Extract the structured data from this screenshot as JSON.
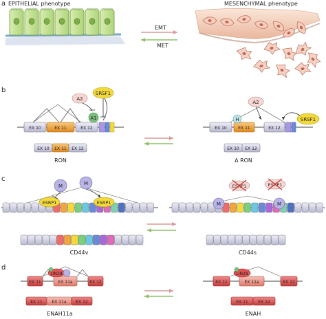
{
  "panels": {
    "a": {
      "letter": "a",
      "epithelial": "EPITHELIAL phenotype",
      "mesenchymal": "MESENCHYMAL phenotype",
      "emt": "EMT",
      "met": "MET"
    },
    "b": {
      "letter": "b",
      "a2": "A2",
      "a1": "A1",
      "srsf1": "SRSF1",
      "h": "H",
      "ex10": "EX 10",
      "ex11": "EX 11",
      "ex12": "EX 12",
      "left_label": "RON",
      "right_label": "Δ RON"
    },
    "c": {
      "letter": "c",
      "m": "M",
      "esrp1": "ESRP1",
      "left_label": "CD44v",
      "right_label": "CD44s"
    },
    "d": {
      "letter": "d",
      "ex11": "EX 11",
      "ex11a": "EX 11a",
      "ex12": "EX 12",
      "lin28": "LIN28",
      "left_label": "ENAH11a",
      "right_label": "ENAH"
    }
  },
  "colors": {
    "arrow_forward": "#d89a9a",
    "arrow_back": "#8fbf6a",
    "exon_gray": "#c9c9df",
    "exon_orange": "#f0a640",
    "exon_red": "#e25555",
    "srsf1_yellow": "#f3d93a",
    "a1_green": "#7bbf7f",
    "m_lilac": "#b9b4e6"
  }
}
